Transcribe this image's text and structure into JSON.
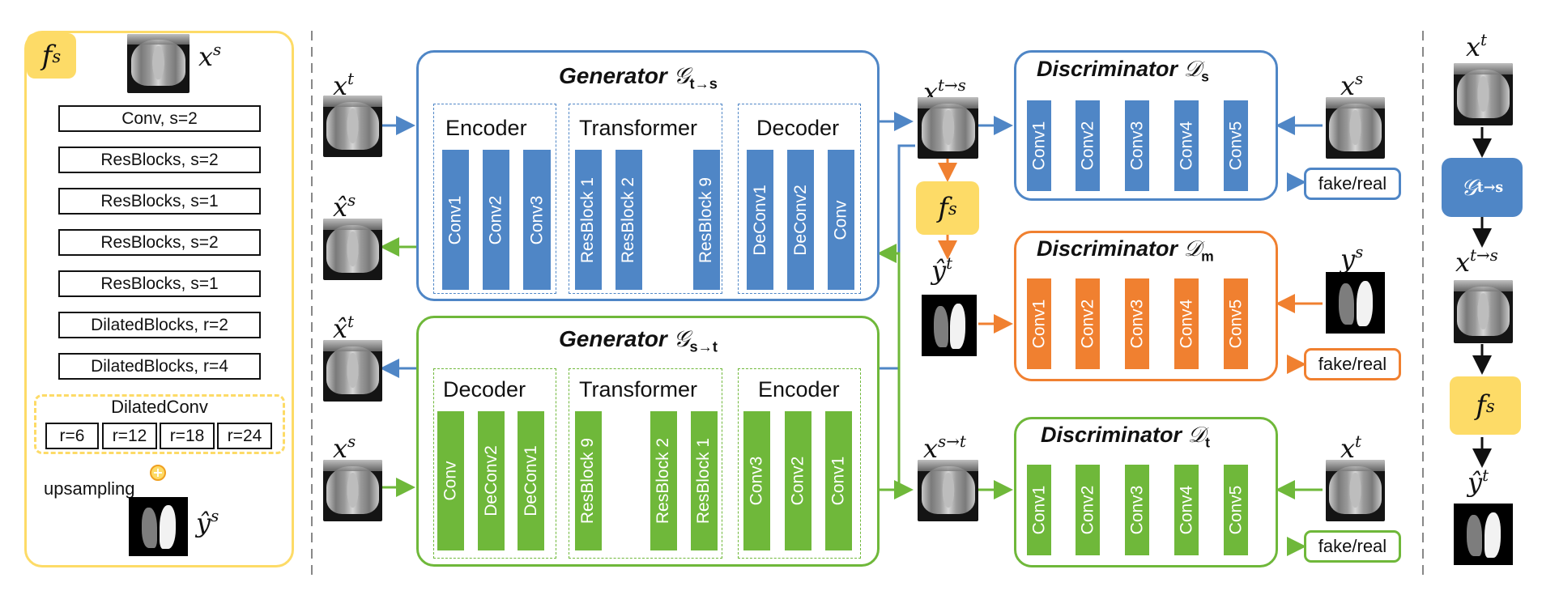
{
  "fs_panel": {
    "tag": "f",
    "tag_sup": "s",
    "input_label": "x",
    "input_sup": "s",
    "layers": [
      "Conv, s=2",
      "ResBlocks, s=2",
      "ResBlocks, s=1",
      "ResBlocks, s=2",
      "ResBlocks, s=1",
      "DilatedBlocks, r=2",
      "DilatedBlocks, r=4"
    ],
    "dilated_title": "DilatedConv",
    "dilated_rates": [
      "r=6",
      "r=12",
      "r=18",
      "r=24"
    ],
    "sum_symbol": "+",
    "upsampling": "upsampling",
    "output_label": "ŷ",
    "output_sup": "s"
  },
  "gen_ts": {
    "title": "Generator",
    "sym": "𝒢",
    "sub": "t→s",
    "encoder": "Encoder",
    "transformer": "Transformer",
    "decoder": "Decoder",
    "blocks": [
      "Conv1",
      "Conv2",
      "Conv3",
      "ResBlock 1",
      "ResBlock 2",
      "ResBlock 9",
      "DeConv1",
      "DeConv2",
      "Conv"
    ]
  },
  "gen_st": {
    "title": "Generator",
    "sym": "𝒢",
    "sub": "s→t",
    "decoder": "Decoder",
    "transformer": "Transformer",
    "encoder": "Encoder",
    "blocks": [
      "Conv",
      "DeConv2",
      "DeConv1",
      "ResBlock 9",
      "ResBlock 2",
      "ResBlock 1",
      "Conv3",
      "Conv2",
      "Conv1"
    ]
  },
  "disc_s": {
    "title": "Discriminator",
    "sym": "𝒟",
    "sub": "s",
    "blocks": [
      "Conv1",
      "Conv2",
      "Conv3",
      "Conv4",
      "Conv5"
    ],
    "output": "fake/real"
  },
  "disc_m": {
    "title": "Discriminator",
    "sym": "𝒟",
    "sub": "m",
    "blocks": [
      "Conv1",
      "Conv2",
      "Conv3",
      "Conv4",
      "Conv5"
    ],
    "output": "fake/real"
  },
  "disc_t": {
    "title": "Discriminator",
    "sym": "𝒟",
    "sub": "t",
    "blocks": [
      "Conv1",
      "Conv2",
      "Conv3",
      "Conv4",
      "Conv5"
    ],
    "output": "fake/real"
  },
  "labels": {
    "xt": "x",
    "xt_sup": "t",
    "xs_hat": "x̂",
    "xs_hat_sup": "s",
    "xt_hat": "x̂",
    "xt_hat_sup": "t",
    "xs": "x",
    "xs_sup": "s",
    "xts": "x",
    "xts_sup": "t→s",
    "yt": "ŷ",
    "yt_sup": "t",
    "xst": "x",
    "xst_sup": "s→t",
    "ds_xs": "x",
    "ds_xs_sup": "s",
    "dm_ys": "y",
    "dm_ys_sup": "s",
    "dt_xt": "x",
    "dt_xt_sup": "t"
  },
  "fs_mid": {
    "text": "f",
    "sup": "s"
  },
  "pipeline": {
    "in": "x",
    "in_sup": "t",
    "gen_sym": "𝒢",
    "gen_sub": "t→s",
    "mid": "x",
    "mid_sup": "t→s",
    "seg": "f",
    "seg_sup": "s",
    "out": "ŷ",
    "out_sup": "t"
  },
  "colors": {
    "blue": "#4f86c6",
    "orange": "#f08030",
    "green": "#6fb83a",
    "yellow": "#fddb67"
  }
}
